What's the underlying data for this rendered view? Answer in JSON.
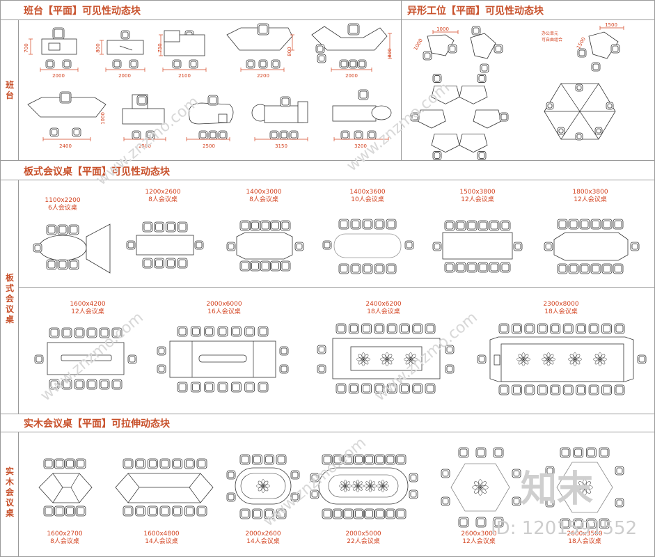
{
  "sections": {
    "desk_title": "班台【平面】可见性动态块",
    "special_title": "异形工位【平面】可见性动态块",
    "board_title": "板式会议桌【平面】可见性动态块",
    "wood_title": "实木会议桌【平面】可拉伸动态块"
  },
  "side_labels": {
    "desk": "班台",
    "board": "板式会议桌",
    "wood": "实木会议桌"
  },
  "desk_dims": {
    "row1": [
      "2000",
      "2000",
      "2100",
      "2200",
      "2000"
    ],
    "row2": [
      "2400",
      "2500",
      "2500",
      "3150",
      "3200"
    ],
    "vertical": [
      "700",
      "800",
      "750",
      "800",
      "800",
      "1000"
    ]
  },
  "special_dims": {
    "left": [
      "1000",
      "1000"
    ],
    "right": [
      "1500",
      "1500"
    ],
    "note_line1": "办公单元",
    "note_line2": "可自由组合"
  },
  "board_row1": [
    {
      "size": "1100x2200",
      "seats": "6人会议桌"
    },
    {
      "size": "1200x2600",
      "seats": "8人会议桌"
    },
    {
      "size": "1400x3000",
      "seats": "8人会议桌"
    },
    {
      "size": "1400x3600",
      "seats": "10人会议桌"
    },
    {
      "size": "1500x3800",
      "seats": "12人会议桌"
    },
    {
      "size": "1800x3800",
      "seats": "12人会议桌"
    }
  ],
  "board_row2": [
    {
      "size": "1600x4200",
      "seats": "12人会议桌"
    },
    {
      "size": "2000x6000",
      "seats": "16人会议桌"
    },
    {
      "size": "2400x6200",
      "seats": "18人会议桌"
    },
    {
      "size": "2300x8000",
      "seats": "18人会议桌"
    }
  ],
  "wood_row": [
    {
      "size": "1600x2700",
      "seats": "8人会议桌"
    },
    {
      "size": "1600x4800",
      "seats": "14人会议桌"
    },
    {
      "size": "2000x2600",
      "seats": "14人会议桌"
    },
    {
      "size": "2000x5000",
      "seats": "22人会议桌"
    },
    {
      "size": "2600x3000",
      "seats": "12人会议桌"
    },
    {
      "size": "2600x3500",
      "seats": "18人会议桌"
    }
  ],
  "watermark": {
    "logo": "知末",
    "id": "ID: 1201591552",
    "site": "www.znzmo.com"
  }
}
